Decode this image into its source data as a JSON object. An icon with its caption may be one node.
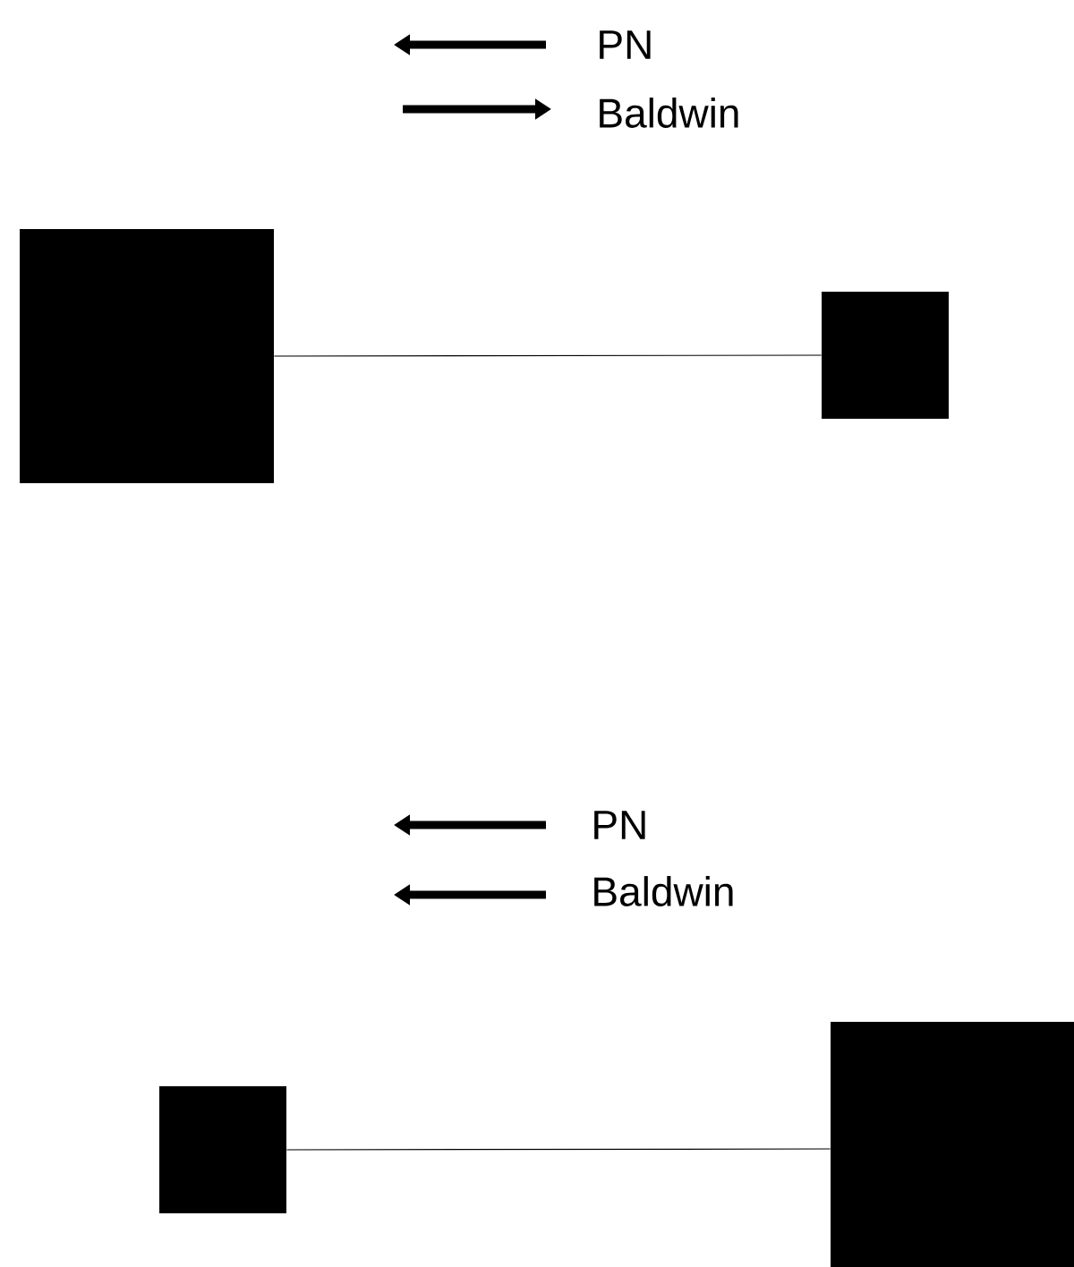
{
  "diagram": {
    "nodes": [
      {
        "text": [],
        "shape": "box"
      },
      {
        "text": [],
        "shape": "box"
      },
      {
        "text": [],
        "shape": "box"
      },
      {
        "text": [],
        "shape": "box"
      }
    ],
    "edges": [
      {
        "from": 0,
        "to": 1,
        "arrow": "none"
      },
      {
        "from": 2,
        "to": 3,
        "arrow": "none"
      }
    ],
    "labels": [
      "PN",
      "Baldwin",
      "PN",
      "Baldwin"
    ]
  }
}
